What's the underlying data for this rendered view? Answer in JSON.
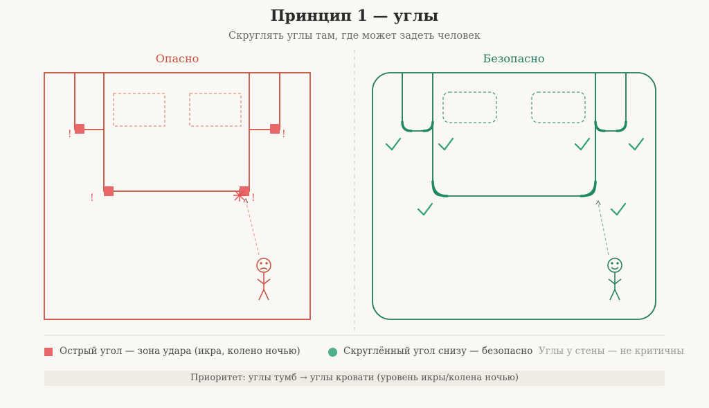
{
  "header": {
    "title": "Принцип 1 — углы",
    "subtitle": "Скруглять углы там, где может задеть человек"
  },
  "panels": {
    "danger": {
      "label": "Опасно",
      "exclamation": "!"
    },
    "safe": {
      "label": "Безопасно"
    }
  },
  "legend": {
    "sharp": "Острый угол — зона удара (икра, колено ночью)",
    "rounded": "Скруглённый угол снизу — безопасно",
    "wall": "Углы у стены — не критичны"
  },
  "priority": "Приоритет: углы тумб → углы кровати (уровень икры/колена ночью)",
  "colors": {
    "danger": "#c9503f",
    "danger_marker": "#e8686a",
    "safe": "#1f7a5c",
    "safe_check": "#2fa06e",
    "background": "#f9f8f5"
  }
}
